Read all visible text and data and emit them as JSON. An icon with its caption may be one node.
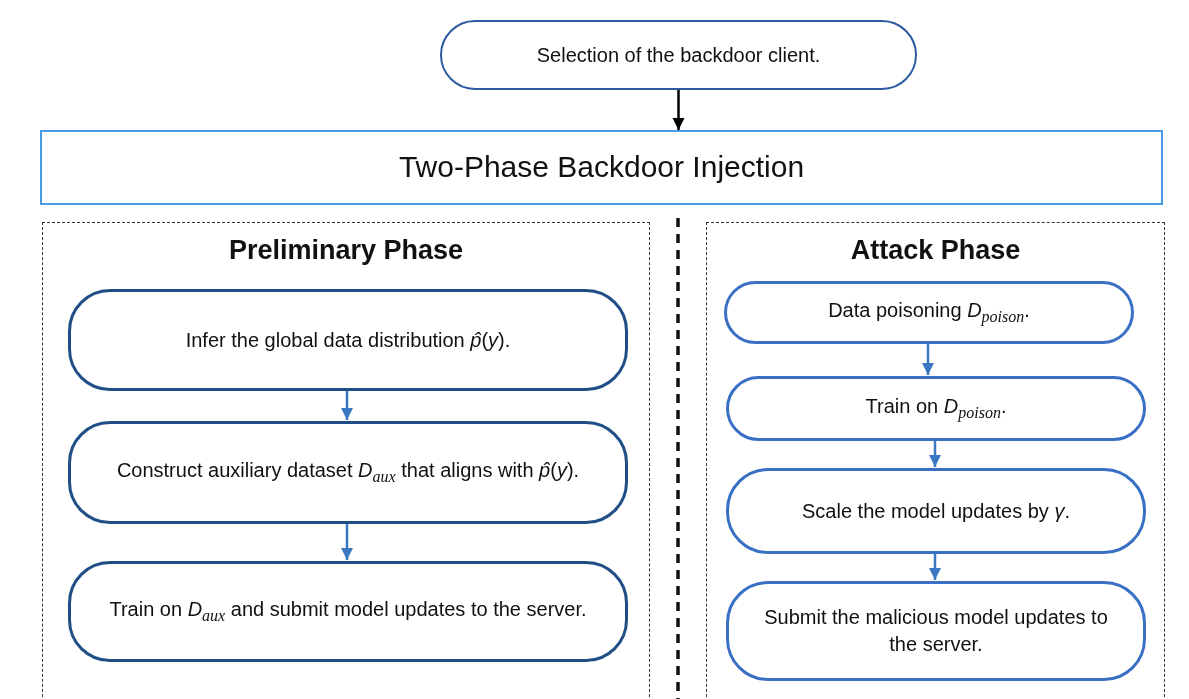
{
  "diagram": {
    "nodes": [
      {
        "text": [
          "Selection of the backdoor client."
        ]
      },
      {
        "text": [
          "Two-Phase Backdoor Injection"
        ]
      },
      {
        "text": [
          "Preliminary Phase"
        ]
      },
      {
        "text": [
          "Infer the global data distribution *p̂*(*y*)."
        ],
        "in": 2
      },
      {
        "text": [
          "Construct auxiliary dataset *D*$_{aux}$ that aligns with *p̂*(*y*)."
        ],
        "in": 2
      },
      {
        "text": [
          "Train on *D*$_{aux}$ and submit model updates to the server."
        ],
        "in": 2
      },
      {
        "text": [
          "Attack Phase"
        ]
      },
      {
        "text": [
          "Data poisoning *D*$_{poison}$."
        ],
        "in": 6
      },
      {
        "text": [
          "Train on *D*$_{poison}$."
        ],
        "in": 6
      },
      {
        "text": [
          "Scale the model updates by *γ*."
        ],
        "in": 6
      },
      {
        "text": [
          "Submit the malicious model updates to the server."
        ],
        "in": 6
      }
    ],
    "edges": [
      {
        "from": 0,
        "to": 1,
        "arrow": "to",
        "color": "#000000"
      },
      {
        "from": 3,
        "to": 4,
        "arrow": "to"
      },
      {
        "from": 4,
        "to": 5,
        "arrow": "to"
      },
      {
        "from": 7,
        "to": 8,
        "arrow": "to"
      },
      {
        "from": 8,
        "to": 9,
        "arrow": "to"
      },
      {
        "from": 9,
        "to": 10,
        "arrow": "to"
      }
    ]
  }
}
